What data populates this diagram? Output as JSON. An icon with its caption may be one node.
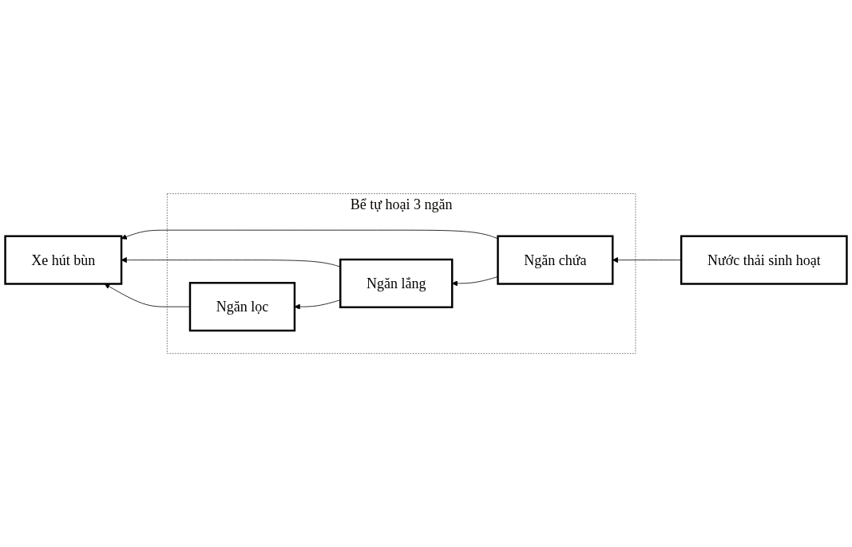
{
  "diagram": {
    "nodes": [
      {
        "text": [
          "Nước thải sinh hoạt"
        ]
      },
      {
        "text": [
          "Bể tự hoại 3 ngăn"
        ]
      },
      {
        "text": [
          "Ngăn chứa"
        ],
        "in": 1
      },
      {
        "text": [
          "Ngăn lắng"
        ],
        "in": 1
      },
      {
        "text": [
          "Ngăn lọc"
        ],
        "in": 1
      },
      {
        "text": [
          "Xe hút bùn"
        ]
      }
    ],
    "edges": [
      {
        "from": 0,
        "to": 2,
        "arrow": "to"
      },
      {
        "from": 2,
        "to": 3,
        "arrow": "to"
      },
      {
        "from": 3,
        "to": 4,
        "arrow": "to"
      },
      {
        "from": 2,
        "to": 5,
        "arrow": "to"
      },
      {
        "from": 3,
        "to": 5,
        "arrow": "to"
      },
      {
        "from": 4,
        "to": 5,
        "arrow": "to"
      }
    ]
  }
}
